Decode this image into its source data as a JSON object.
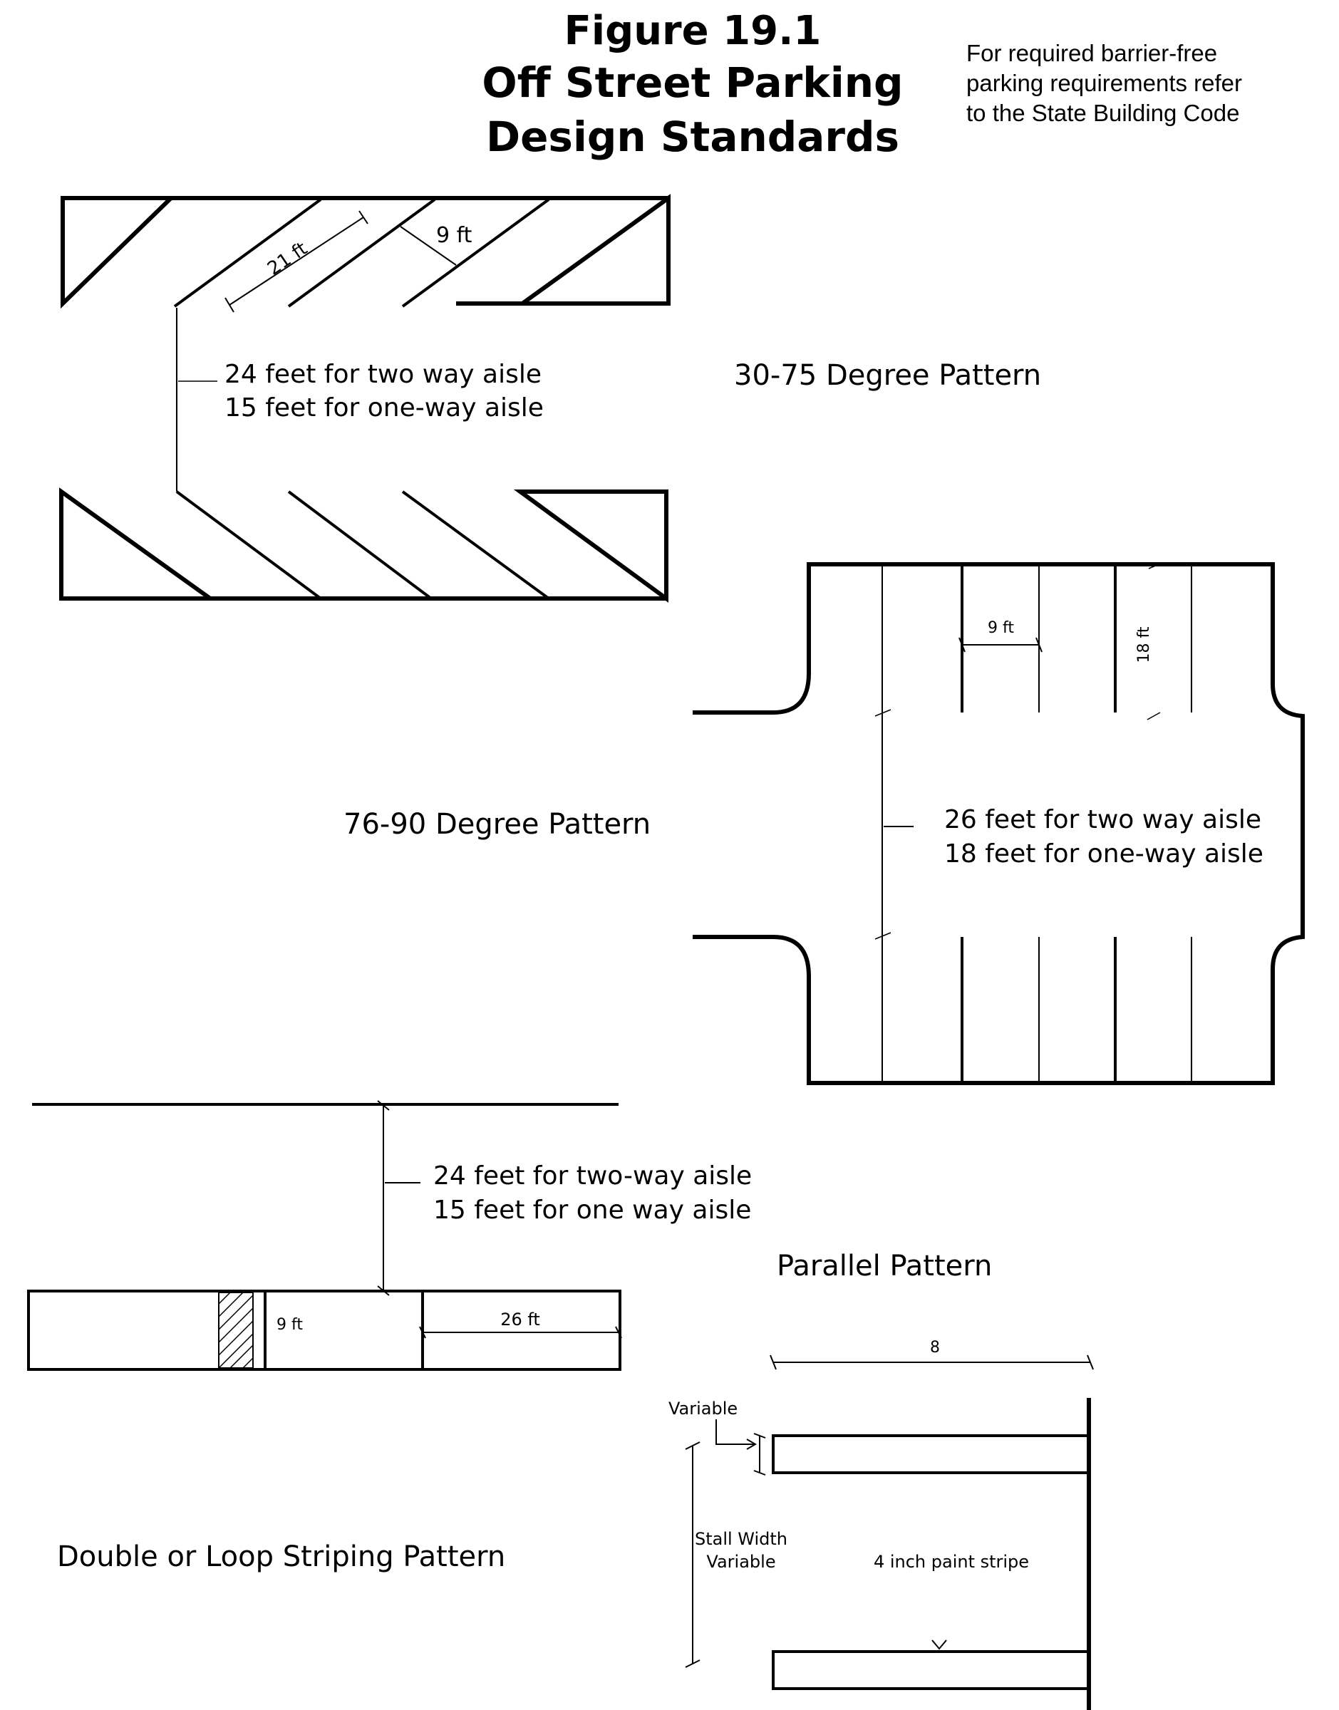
{
  "header": {
    "title_line1": "Figure 19.1",
    "title_line2": "Off Street Parking",
    "title_line3": "Design Standards",
    "note_line1": "For required barrier-free",
    "note_line2": "parking requirements refer",
    "note_line3": "to the State Building Code"
  },
  "angled": {
    "pattern_label": "30-75 Degree Pattern",
    "stall_length": "21 ft",
    "stall_width": "9 ft",
    "aisle_two_way": "24 feet for two way aisle",
    "aisle_one_way": "15 feet for one-way aisle"
  },
  "perpendicular": {
    "pattern_label": "76-90 Degree Pattern",
    "stall_width": "9 ft",
    "stall_length": "18 ft",
    "aisle_two_way": "26 feet for two way aisle",
    "aisle_one_way": "18 feet for one-way aisle"
  },
  "loop": {
    "aisle_two_way": "24 feet for two-way aisle",
    "aisle_one_way": "15 feet for one way aisle",
    "stall_width": "9 ft",
    "stall_length": "26 ft",
    "pattern_label": "Double or Loop Striping Pattern"
  },
  "parallel": {
    "pattern_label": "Parallel Pattern",
    "top_dimension": "8",
    "variable_label": "Variable",
    "stall_width_line1": "Stall Width",
    "stall_width_line2": "Variable",
    "paint_stripe": "4 inch paint stripe"
  }
}
